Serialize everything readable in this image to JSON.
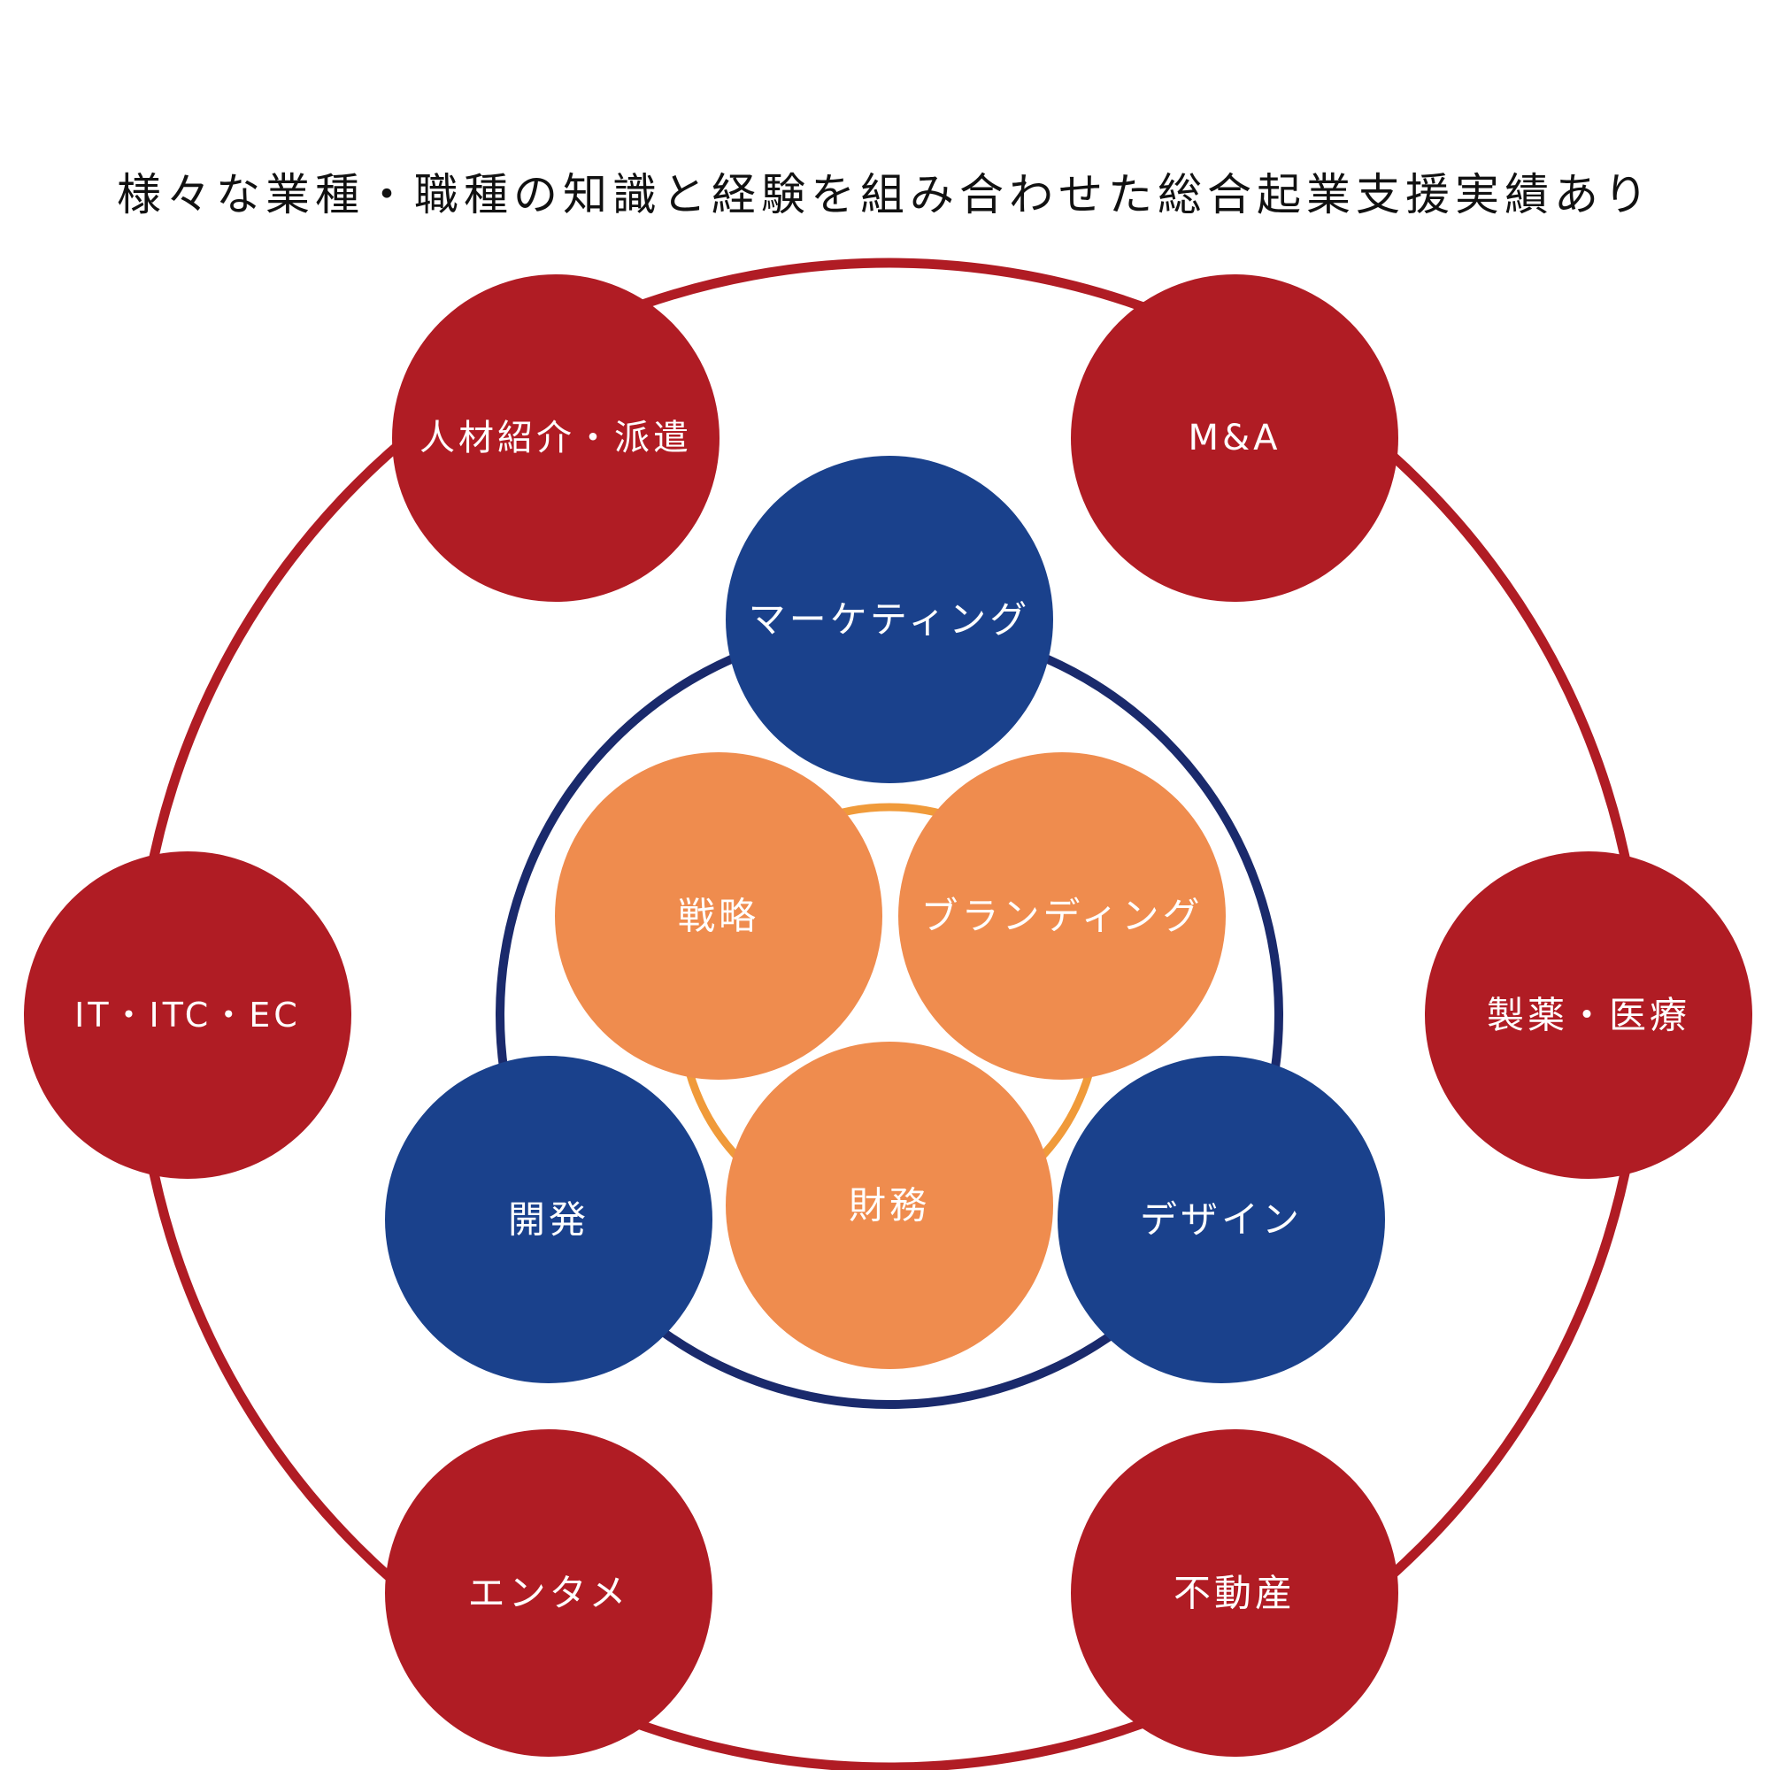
{
  "title": "様々な業種・職種の知識と経験を組み合わせた総合起業支援実績あり",
  "colors": {
    "outer": "#b01c24",
    "middle": "#1a418c",
    "middle_ring": "#1a2a6c",
    "inner": "#ef8c4e",
    "inner_ring": "#f09a3a",
    "text": "#ffffff",
    "title": "#111111"
  },
  "outer_nodes": [
    {
      "label": "人材紹介・派遣"
    },
    {
      "label": "M&A"
    },
    {
      "label": "製薬・医療"
    },
    {
      "label": "不動産"
    },
    {
      "label": "エンタメ"
    },
    {
      "label": "IT・ITC・EC"
    }
  ],
  "middle_nodes": [
    {
      "label": "マーケティング"
    },
    {
      "label": "デザイン"
    },
    {
      "label": "開発"
    }
  ],
  "inner_nodes": [
    {
      "label": "戦略"
    },
    {
      "label": "ブランディング"
    },
    {
      "label": "財務"
    }
  ]
}
